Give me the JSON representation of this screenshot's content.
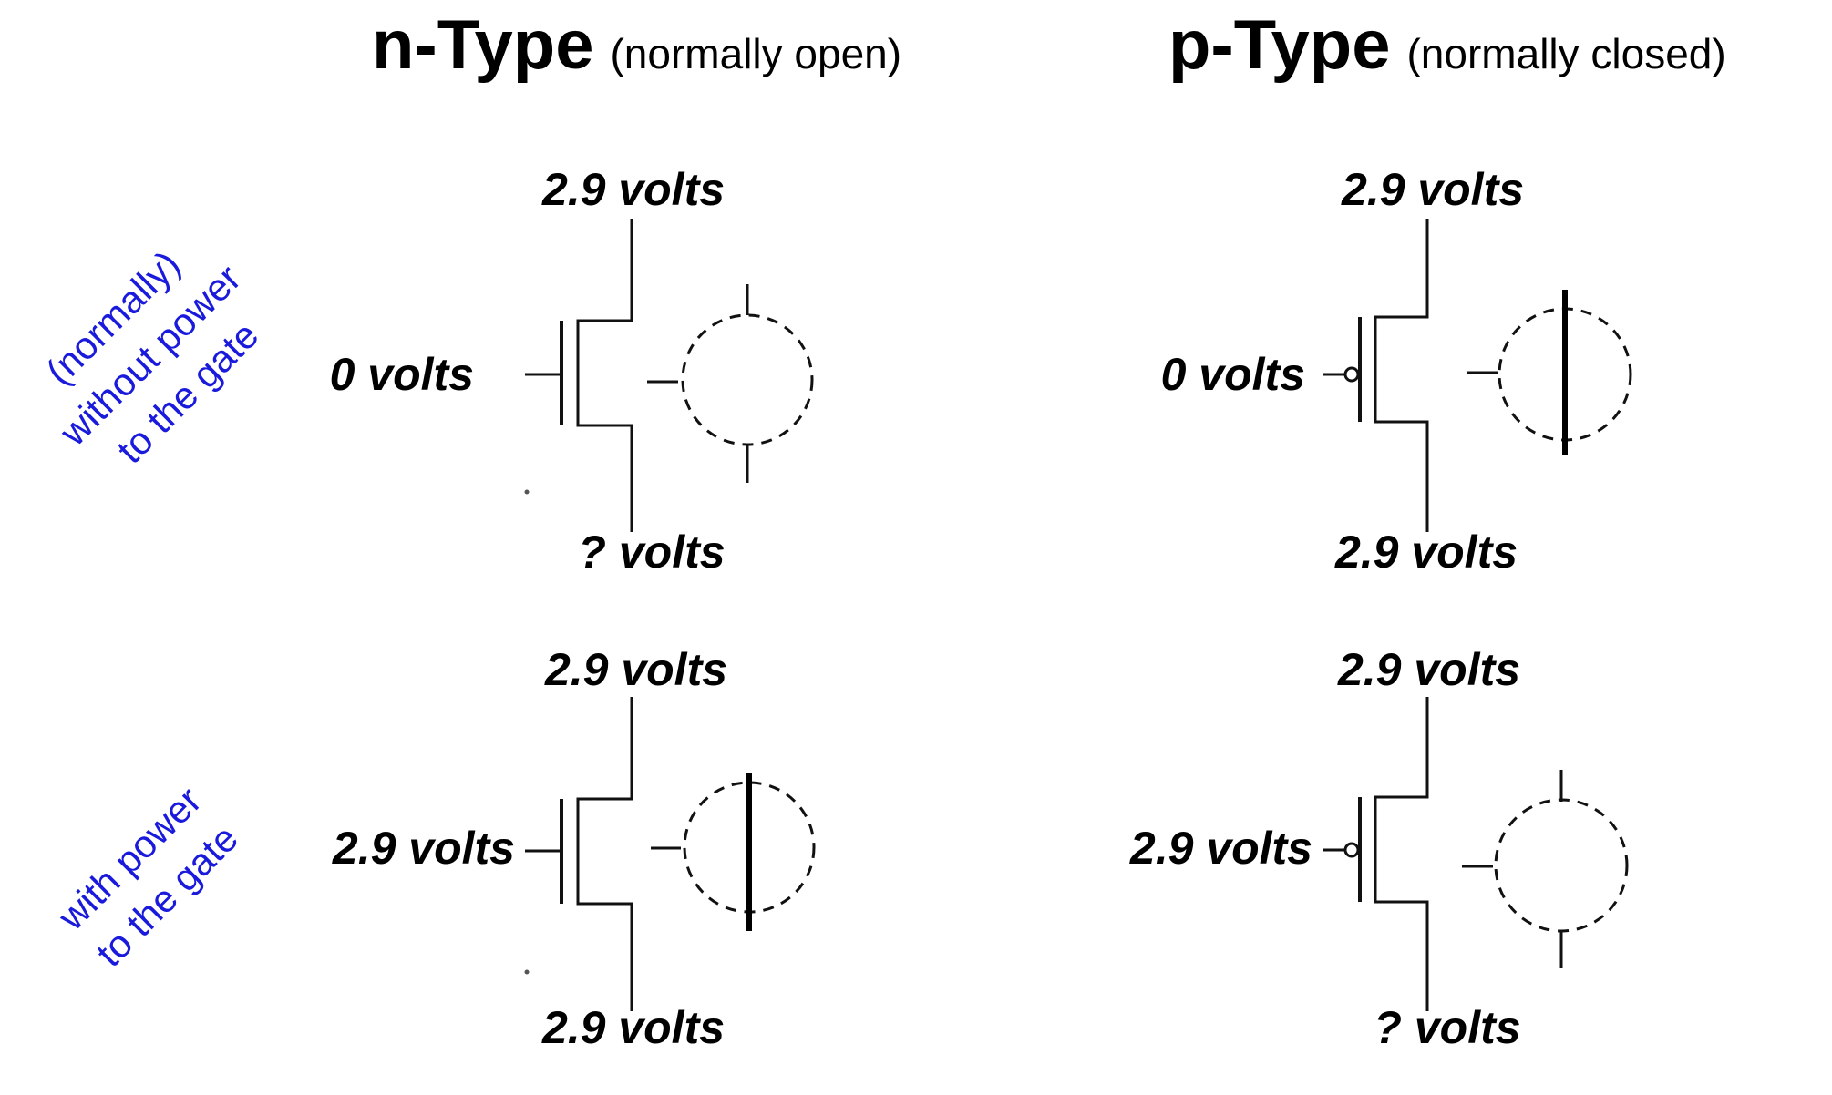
{
  "columns": {
    "n": {
      "title": "n-Type",
      "subtitle": "(normally open)"
    },
    "p": {
      "title": "p-Type",
      "subtitle": "(normally closed)"
    }
  },
  "rows": {
    "off": {
      "label_lines": [
        "(normally)",
        "without power",
        "to the gate"
      ]
    },
    "on": {
      "label_lines": [
        "with power",
        "to the gate"
      ]
    }
  },
  "panels": {
    "n_off": {
      "top": "2.9 volts",
      "gate": "0 volts",
      "bottom": "? volts",
      "switch": "open"
    },
    "p_off": {
      "top": "2.9 volts",
      "gate": "0 volts",
      "bottom": "2.9 volts",
      "switch": "closed"
    },
    "n_on": {
      "top": "2.9 volts",
      "gate": "2.9 volts",
      "bottom": "2.9 volts",
      "switch": "closed"
    },
    "p_on": {
      "top": "2.9 volts",
      "gate": "2.9 volts",
      "bottom": "? volts",
      "switch": "open"
    }
  }
}
